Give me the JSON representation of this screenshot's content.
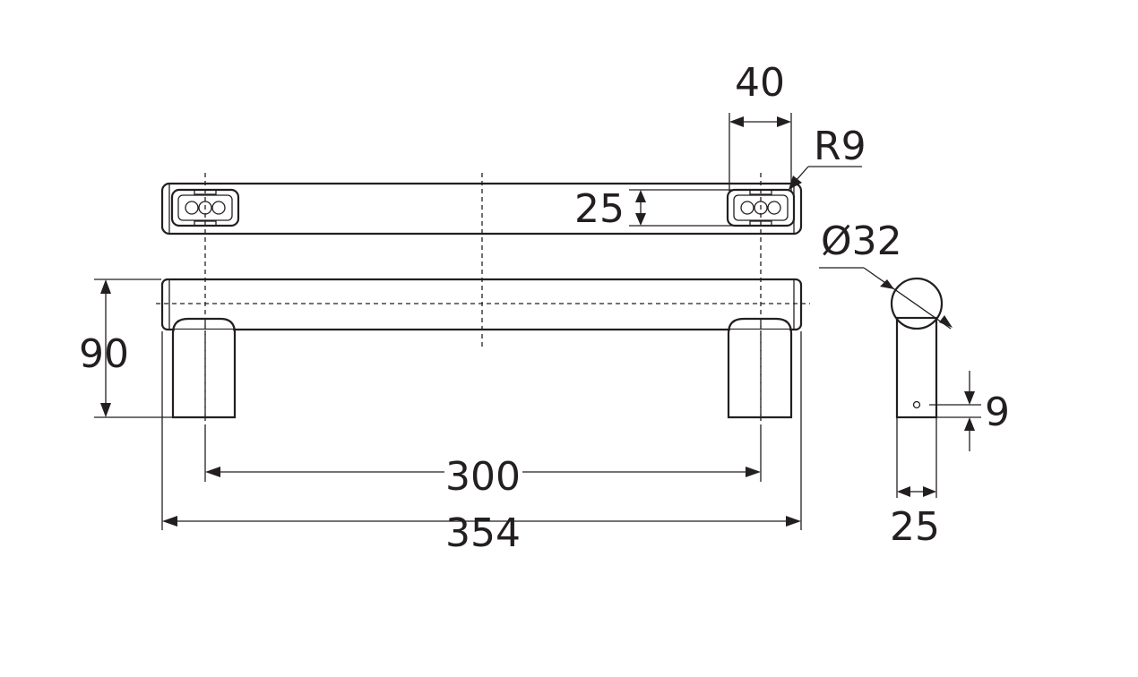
{
  "dimensions": {
    "width_40": "40",
    "radius": "R9",
    "height_25": "25",
    "diameter": "Ø32",
    "height_90": "90",
    "spacing_300": "300",
    "length_354": "354",
    "hole_9": "9",
    "width_25": "25"
  },
  "colors": {
    "line": "#231f20",
    "background": "#ffffff"
  }
}
